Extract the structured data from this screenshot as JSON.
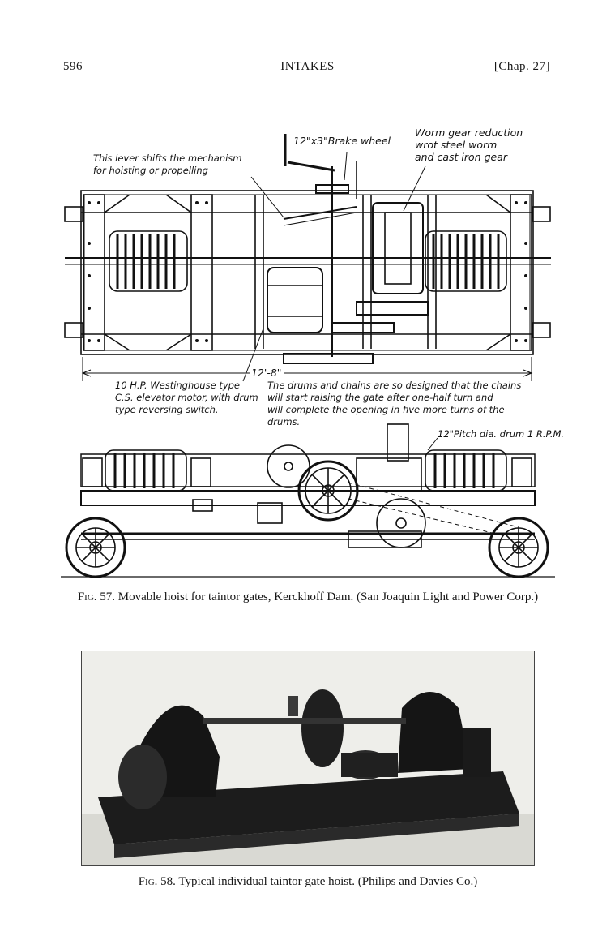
{
  "header": {
    "page_number": "596",
    "running_title": "INTAKES",
    "chapter": "[Chap. 27]"
  },
  "figure57": {
    "labels": {
      "lever": [
        "This lever shifts the mechanism",
        "for hoisting or propelling"
      ],
      "brake": "12\"x3\"Brake wheel",
      "worm": [
        "Worm gear reduction",
        "wrot steel worm",
        "and cast iron gear"
      ],
      "dimension": "12'-8\"",
      "motor": [
        "10 H.P. Westinghouse type",
        "C.S. elevator motor, with drum",
        "type reversing switch."
      ],
      "drums_note": [
        "The drums and chains are so designed that the chains",
        "will start raising the gate after one-half turn and",
        "will complete the opening in five more turns of the",
        "drums."
      ],
      "pitch": "12\"Pitch dia. drum 1 R.P.M."
    },
    "caption_label": "Fig. 57.",
    "caption": "Movable hoist for taintor gates, Kerckhoff Dam. (San Joaquin Light and Power Corp.)"
  },
  "figure58": {
    "caption_label": "Fig. 58.",
    "caption": "Typical individual taintor gate hoist. (Philips and Davies Co.)"
  }
}
